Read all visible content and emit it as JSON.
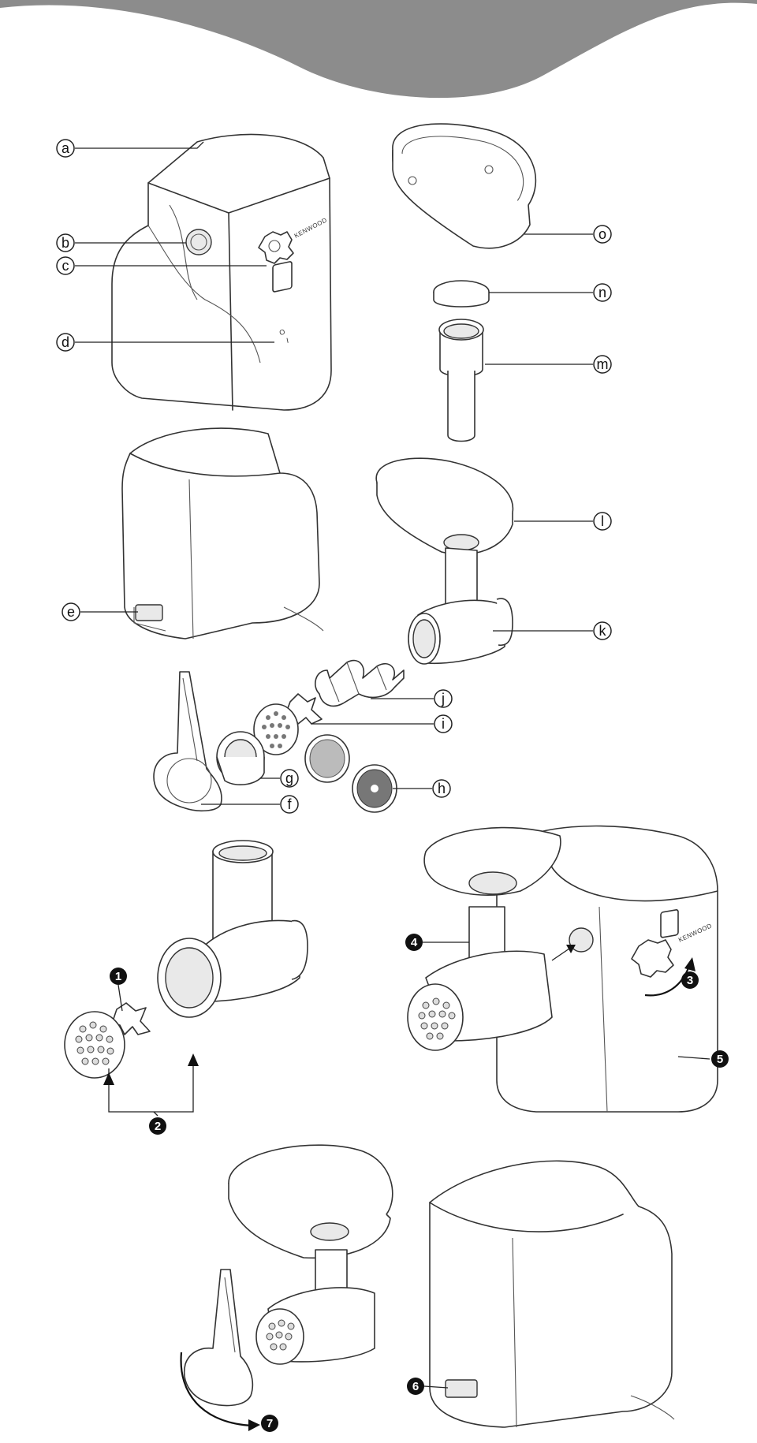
{
  "header": {
    "banner_color": "#8c8c8c"
  },
  "brand": {
    "text": "KENWOOD"
  },
  "part_callouts": [
    {
      "id": "a",
      "label": "a"
    },
    {
      "id": "b",
      "label": "b"
    },
    {
      "id": "c",
      "label": "c"
    },
    {
      "id": "d",
      "label": "d"
    },
    {
      "id": "e",
      "label": "e"
    },
    {
      "id": "f",
      "label": "f"
    },
    {
      "id": "g",
      "label": "g"
    },
    {
      "id": "h",
      "label": "h"
    },
    {
      "id": "i",
      "label": "i"
    },
    {
      "id": "j",
      "label": "j"
    },
    {
      "id": "k",
      "label": "k"
    },
    {
      "id": "l",
      "label": "l"
    },
    {
      "id": "m",
      "label": "m"
    },
    {
      "id": "n",
      "label": "n"
    },
    {
      "id": "o",
      "label": "o"
    }
  ],
  "steps": [
    {
      "id": "1",
      "label": "1"
    },
    {
      "id": "2",
      "label": "2"
    },
    {
      "id": "3",
      "label": "3"
    },
    {
      "id": "4",
      "label": "4"
    },
    {
      "id": "5",
      "label": "5"
    },
    {
      "id": "6",
      "label": "6"
    },
    {
      "id": "7",
      "label": "7"
    }
  ],
  "icons": {
    "switch": "power-switch-icon",
    "knob": "release-knob-icon"
  }
}
